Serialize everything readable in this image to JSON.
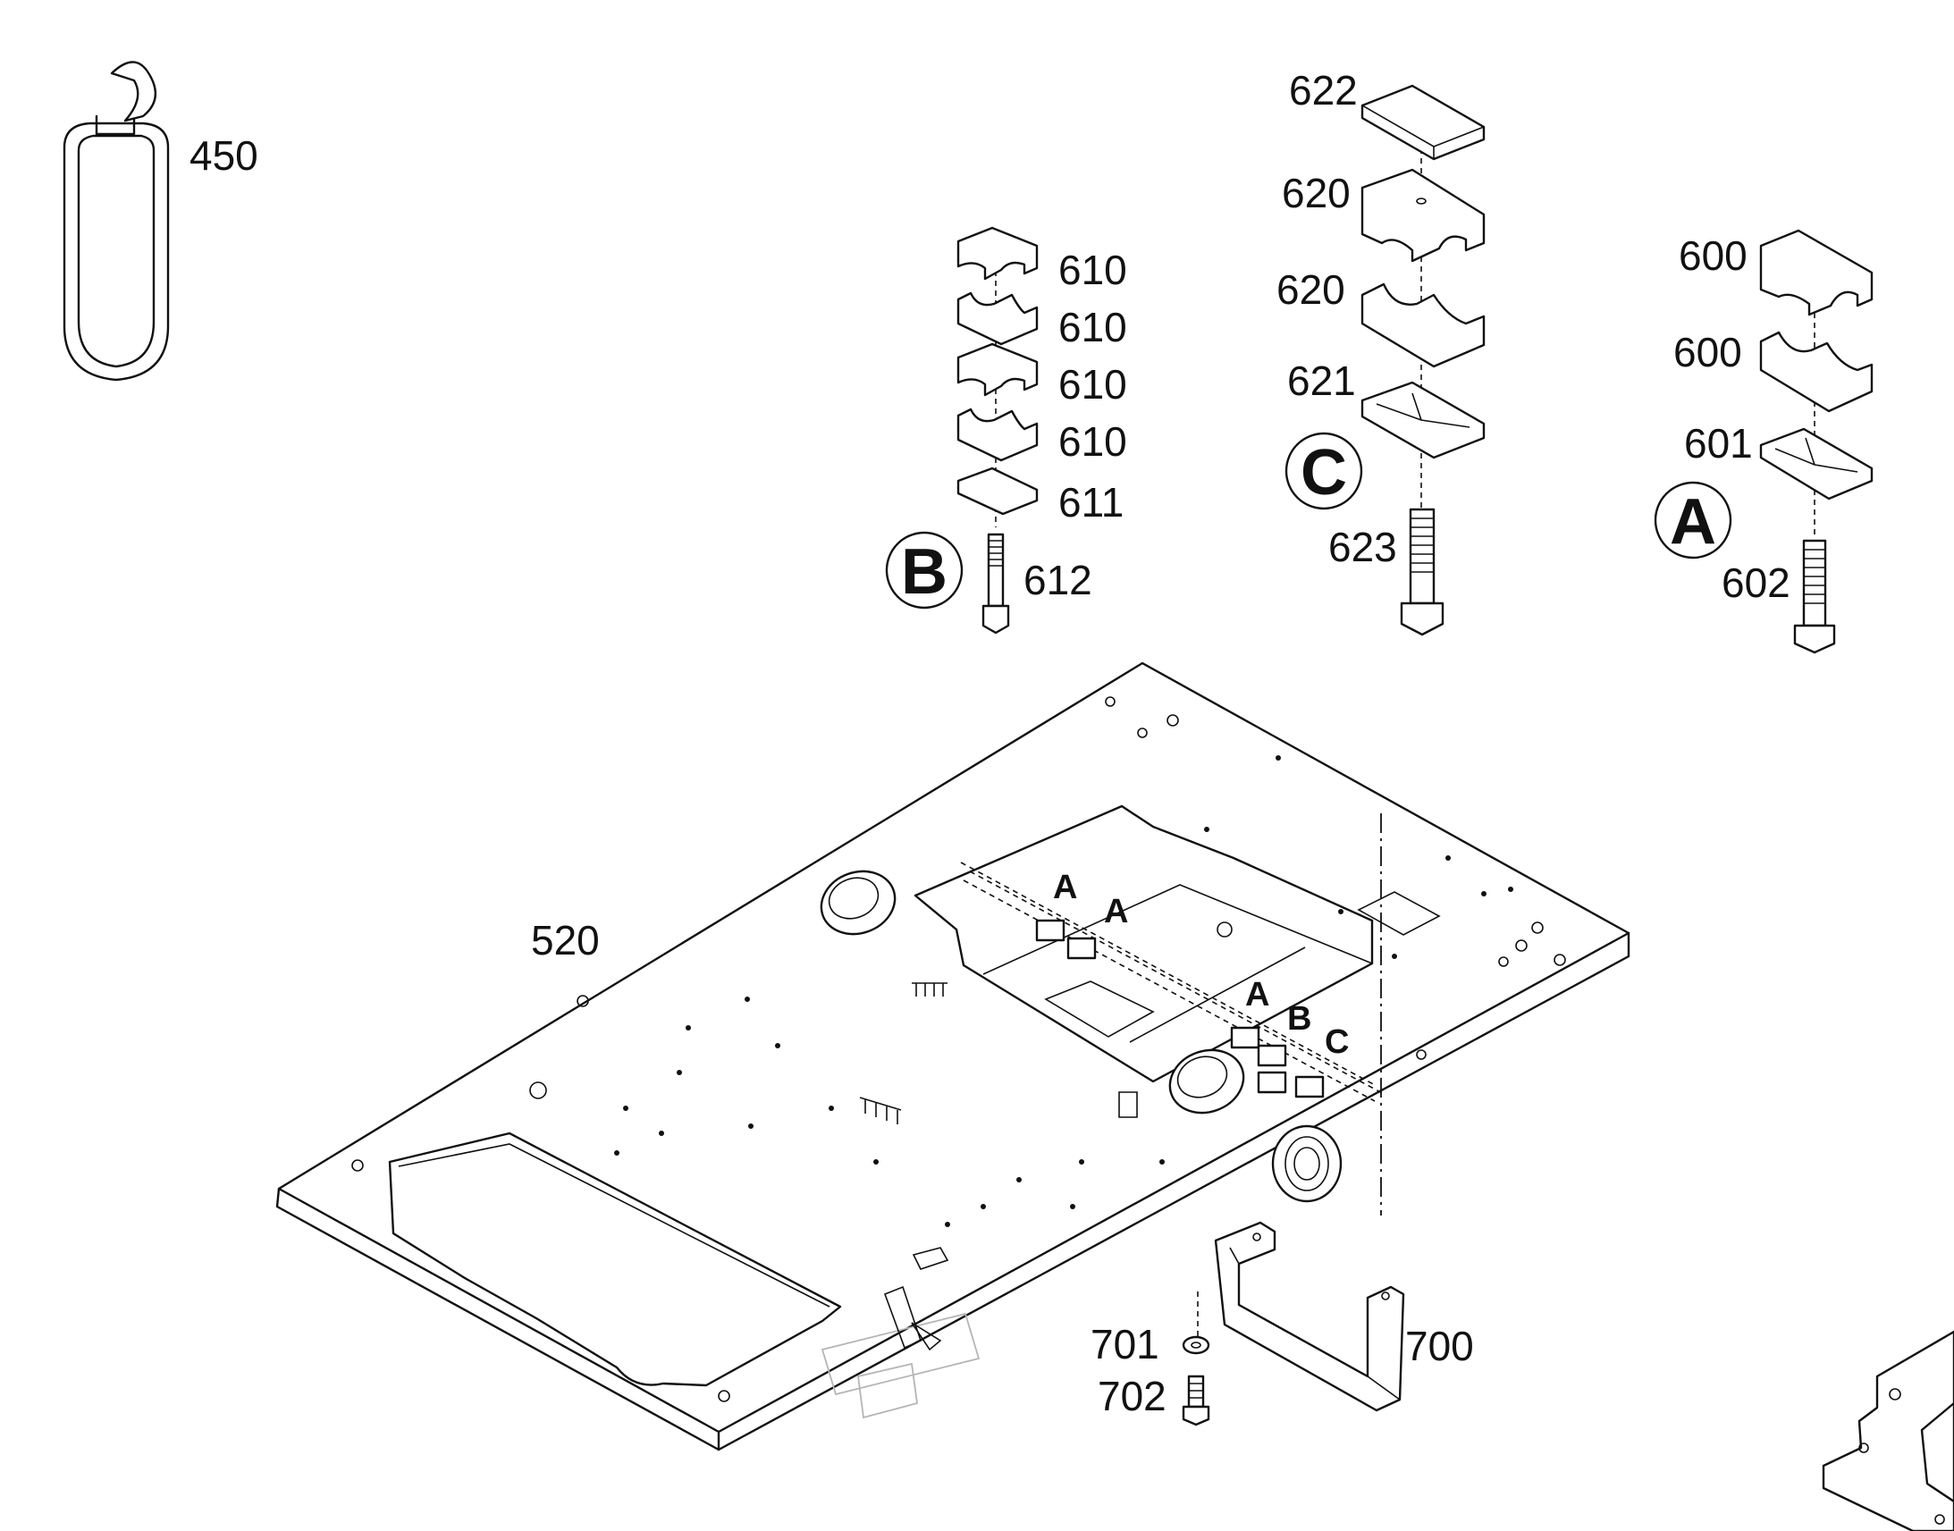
{
  "part_labels": {
    "p450": "450",
    "p520": "520",
    "p600a": "600",
    "p600b": "600",
    "p601": "601",
    "p602": "602",
    "p610a": "610",
    "p610b": "610",
    "p610c": "610",
    "p610d": "610",
    "p611": "611",
    "p612": "612",
    "p620a": "620",
    "p620b": "620",
    "p621": "621",
    "p622": "622",
    "p623": "623",
    "p700": "700",
    "p701": "701",
    "p702": "702"
  },
  "detail_markers": {
    "A": "A",
    "B": "B",
    "C": "C"
  },
  "plate_tags": [
    "A",
    "A",
    "A",
    "B",
    "C"
  ]
}
